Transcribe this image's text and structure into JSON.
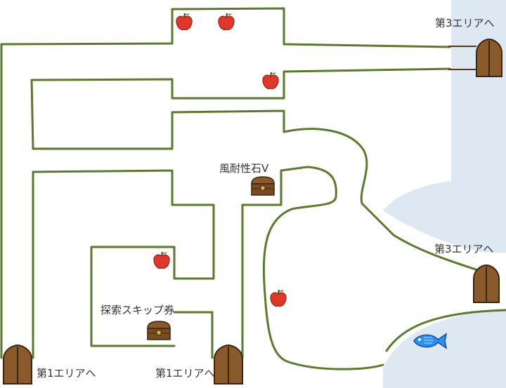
{
  "labels": {
    "exit_area3_top": "第3エリアへ",
    "exit_area3_right": "第3エリアへ",
    "exit_area1_left": "第1エリアへ",
    "exit_area1_bottom": "第1エリアへ",
    "treasure_wind": "風耐性石V",
    "treasure_skip": "探索スキップ券"
  },
  "colors": {
    "wall": "#5c7a2e",
    "water": "#dde8f3",
    "door": "#8a5a2b",
    "door_dark": "#5a3614",
    "chest": "#7a4a20",
    "apple": "#e0372b",
    "fish": "#2e8ff0"
  },
  "icons": [
    "apple-icon",
    "treasure-chest-icon",
    "door-icon",
    "fish-icon"
  ]
}
